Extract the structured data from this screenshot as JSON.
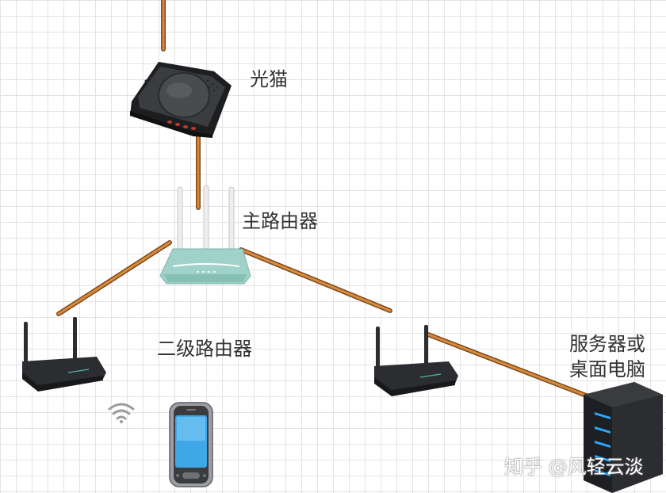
{
  "labels": {
    "modem": "光猫",
    "main_router": "主路由器",
    "secondary_router": "二级路由器",
    "server_line1": "服务器或",
    "server_line2": "桌面电脑"
  },
  "watermark": "知乎 @风轻云淡",
  "colors": {
    "cable": "#d98a3a",
    "cable_dark": "#7a4a1d",
    "device_dark": "#2c2d30",
    "router_teal": "#9fd2c8",
    "server_led": "#2aa8ff",
    "wifi_gray": "#9a9a9a"
  },
  "icons": [
    "modem-icon",
    "main-router-icon",
    "secondary-router-icon",
    "router-icon",
    "server-icon",
    "wifi-icon",
    "phone-icon"
  ]
}
